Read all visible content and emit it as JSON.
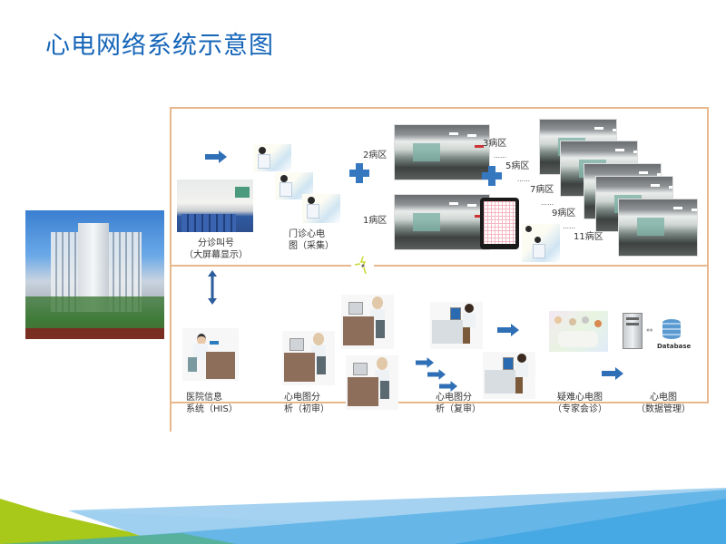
{
  "title": "心电网络系统示意图",
  "colors": {
    "title": "#1565b8",
    "frame": "#e8b88c",
    "arrow": "#2f6fb5",
    "plus": "#3578c0",
    "wave_green": "#a8c81a",
    "wave_blue": "#5aaee0",
    "wave_light_blue": "#9fd0ef"
  },
  "top_section": {
    "triage": {
      "label_line1": "分诊叫号",
      "label_line2": "（大屏幕显示）"
    },
    "outpatient_ecg": {
      "label_line1": "门诊心电",
      "label_line2": "图（采集）"
    },
    "wards_left": [
      {
        "label": "2病区"
      },
      {
        "label": "1病区"
      }
    ],
    "wards_right": [
      {
        "label": "3病区"
      },
      {
        "label": "5病区"
      },
      {
        "label": "7病区"
      },
      {
        "label": "9病区"
      },
      {
        "label": "11病区"
      }
    ],
    "ellipsis": "……"
  },
  "bottom_section": {
    "his": {
      "label_line1": "医院信息",
      "label_line2": "系统（HIS）"
    },
    "initial_review": {
      "label_line1": "心电图分",
      "label_line2": "析（初审）"
    },
    "second_review": {
      "label_line1": "心电图分",
      "label_line2": "析（复审）"
    },
    "expert_consult": {
      "label_line1": "疑难心电图",
      "label_line2": "（专家会诊）"
    },
    "data_management": {
      "label_line1": "心电图",
      "label_line2": "（数据管理）"
    },
    "database_label": "Database"
  }
}
